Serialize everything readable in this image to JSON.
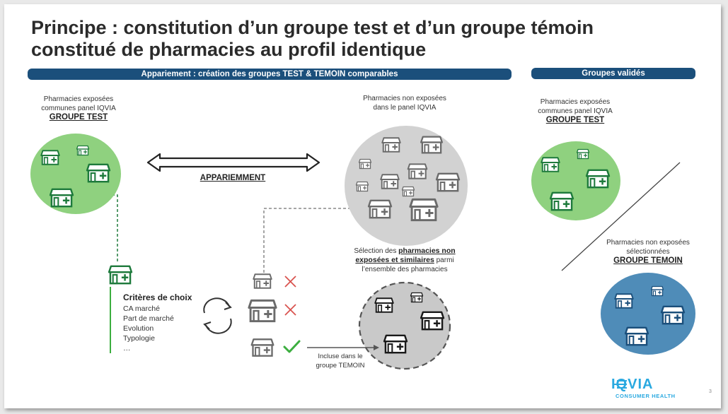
{
  "title_line1": "Principe : constitution d’un groupe test et d’un groupe témoin",
  "title_line2": "constitué de pharmacies au profil identique",
  "bar_left": "Appariement : création des groupes TEST & TEMOIN comparables",
  "bar_right": "Groupes validés",
  "test_caption": {
    "line1": "Pharmacies exposées",
    "line2": "communes panel IQVIA",
    "group": "GROUPE TEST"
  },
  "non_exposed_caption": {
    "line1": "Pharmacies non exposées",
    "line2": "dans le panel IQVIA"
  },
  "appariement_label": "APPARIEMMENT",
  "selection_caption": {
    "prefix": "Sélection des ",
    "bold1": "pharmacies non",
    "bold2": "exposées et similaires",
    "suffix": " parmi",
    "line3": "l’ensemble des pharmacies"
  },
  "criteria": {
    "title": "Critères de choix",
    "items": [
      "CA marché",
      "Part de marché",
      "Evolution",
      "Typologie",
      "…"
    ]
  },
  "included_label": {
    "line1": "Incluse dans le",
    "line2": "groupe TEMOIN"
  },
  "validated_test_caption": {
    "line1": "Pharmacies exposées",
    "line2": "communes panel IQVIA",
    "group": "GROUPE TEST"
  },
  "validated_temoin_caption": {
    "line1": "Pharmacies non exposées",
    "line2": "sélectionnées",
    "group": "GROUPE TEMOIN"
  },
  "logo": {
    "name": "IQVIA",
    "sub": "CONSUMER HEALTH"
  },
  "page_number": "3",
  "colors": {
    "bar": "#1b4f7b",
    "green_circle": "#8fd17f",
    "green_icon": "#1e7a3c",
    "grey_circle": "#d2d2d2",
    "grey_icon": "#6b6b6b",
    "blue_circle": "#4f8cb8",
    "blue_icon": "#1b4f7b",
    "cross": "#d9534f",
    "check": "#3cae3f",
    "logo": "#2aa9e0"
  }
}
